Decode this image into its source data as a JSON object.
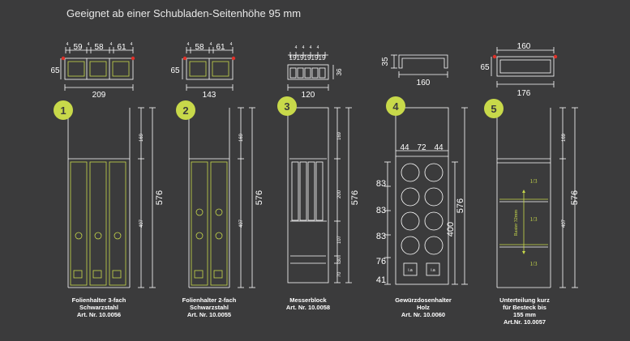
{
  "header": {
    "title": "Geeignet ab einer Schubladen-Seitenhöhe 95 mm"
  },
  "colors": {
    "background": "#3b3b3c",
    "line": "#ffffff",
    "accent": "#c8d94a",
    "marker": "#e0312a"
  },
  "products": [
    {
      "number": "1",
      "name": "Folienhalter 3-fach",
      "material": "Schwarzstahl",
      "article": "Art. Nr. 10.0056",
      "top_dims": [
        "59",
        "58",
        "61"
      ],
      "top_small": [
        "4",
        "4",
        "4",
        "4"
      ],
      "side_dim": "65",
      "width_dim": "209",
      "heights": [
        "169",
        "407"
      ],
      "total_height": "576"
    },
    {
      "number": "2",
      "name": "Folienhalter 2-fach",
      "material": "Schwarzstahl",
      "article": "Art. Nr. 10.0055",
      "top_dims": [
        "58",
        "61"
      ],
      "top_small": [
        "4",
        "4",
        "4"
      ],
      "side_dim": "65",
      "width_dim": "143",
      "heights": [
        "169",
        "407"
      ],
      "total_height": "576"
    },
    {
      "number": "3",
      "name": "Messerblock",
      "material": "",
      "article": "Art. Nr. 10.0058",
      "top_dims": [
        "19",
        "19",
        "19",
        "19",
        "19"
      ],
      "top_small": [
        "4",
        "4",
        "4",
        "4"
      ],
      "side_dim": "36",
      "width_dim": "120",
      "heights": [
        "169",
        "200",
        "107",
        "30",
        "70"
      ],
      "total_height": "576"
    },
    {
      "number": "4",
      "name": "Gewürzdosenhalter",
      "material": "Holz",
      "article": "Art. Nr. 10.0060",
      "top_dims": [
        "44",
        "72",
        "44"
      ],
      "side_dim": "35",
      "width_dim": "160",
      "heights": [
        "83",
        "83",
        "83",
        "76",
        "41"
      ],
      "inner_height": "400",
      "total_height": "576",
      "icon_labels": [
        "i.a",
        "i.a"
      ]
    },
    {
      "number": "5",
      "name": "Unterteilung kurz",
      "material": "für Besteck bis",
      "extra": "155 mm",
      "article": "Art.Nr. 10.0057",
      "top_dims": [
        "160"
      ],
      "side_dim": "65",
      "width_dim": "176",
      "heights": [
        "169",
        "407"
      ],
      "total_height": "576",
      "fractions": [
        "1/3",
        "1/3",
        "1/3"
      ],
      "raster": "Raster 32mm"
    }
  ]
}
